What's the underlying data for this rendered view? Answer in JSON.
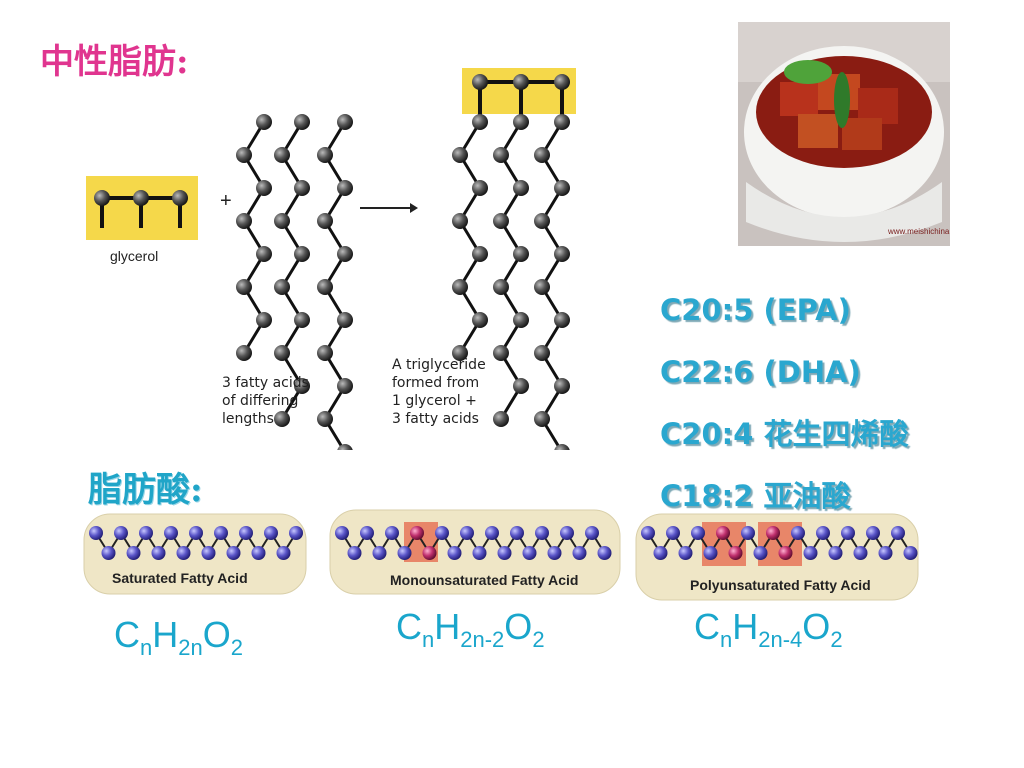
{
  "titles": {
    "neutral_fat": "中性脂肪:",
    "fatty_acid": "脂肪酸:"
  },
  "diagram": {
    "glycerol_label": "glycerol",
    "plus": "+",
    "fatty_acids_caption": [
      "3 fatty acids",
      "of differing",
      "lengths"
    ],
    "triglyceride_caption": [
      "A triglyceride",
      "formed from",
      "1 glycerol +",
      "3 fatty acids"
    ]
  },
  "fatty_acid_list": [
    "C20:5 (EPA)",
    "C22:6 (DHA)",
    "C20:4  花生四烯酸",
    "C18:2  亚油酸"
  ],
  "strips": [
    {
      "label": "Saturated Fatty Acid"
    },
    {
      "label": "Monounsaturated Fatty Acid"
    },
    {
      "label": "Polyunsaturated Fatty Acid"
    }
  ],
  "formulas": [
    {
      "c": "C",
      "n1": "n",
      "h": "H",
      "n2": "2n",
      "o": "O",
      "n3": "2"
    },
    {
      "c": "C",
      "n1": "n",
      "h": "H",
      "n2": "2n-2",
      "o": "O",
      "n3": "2"
    },
    {
      "c": "C",
      "n1": "n",
      "h": "H",
      "n2": "2n-4",
      "o": "O",
      "n3": "2"
    }
  ],
  "photo": {
    "watermark": "www.meishichina.com",
    "icon": "food-photo-icon"
  },
  "colors": {
    "pink": "#e0358f",
    "blue": "#20a5c8",
    "glycerol_bg": "#f5d84a",
    "strip_bg": "#f0e6c8"
  }
}
